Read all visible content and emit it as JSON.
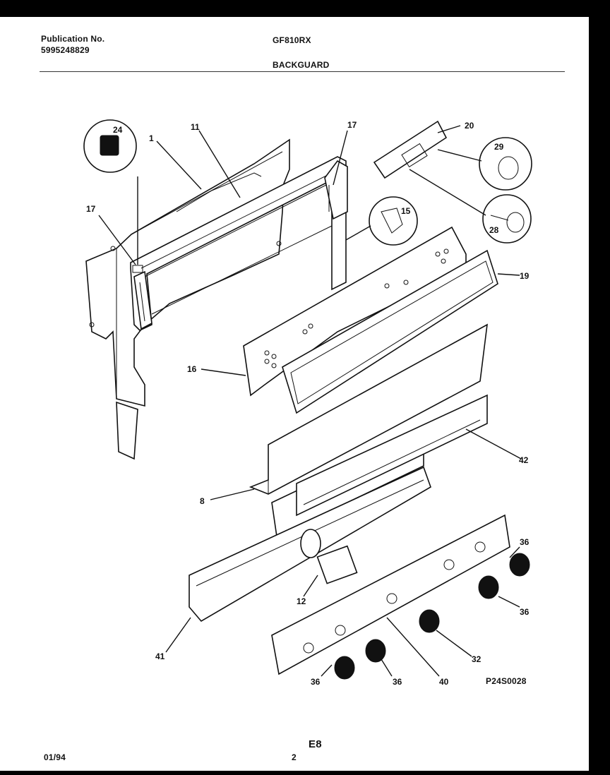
{
  "header": {
    "publication_label": "Publication No.",
    "publication_number": "5995248829",
    "model": "GF810RX",
    "section": "BACKGUARD"
  },
  "footer": {
    "date": "01/94",
    "page_code": "E8",
    "page_number": "2",
    "drawing_id": "P24S0028"
  },
  "callouts": {
    "c24": "24",
    "c1": "1",
    "c11": "11",
    "c17a": "17",
    "c17b": "17",
    "c20": "20",
    "c29": "29",
    "c15": "15",
    "c28": "28",
    "c19": "19",
    "c16": "16",
    "c42": "42",
    "c8": "8",
    "c36a": "36",
    "c36b": "36",
    "c36c": "36",
    "c36d": "36",
    "c12": "12",
    "c32": "32",
    "c41": "41",
    "c40": "40"
  }
}
